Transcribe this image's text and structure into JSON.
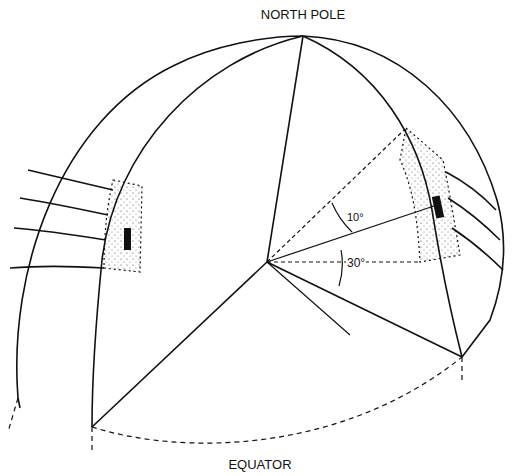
{
  "diagram": {
    "labels": [
      "NORTH POLE",
      "EQUATOR",
      "10°",
      "30°"
    ]
  }
}
